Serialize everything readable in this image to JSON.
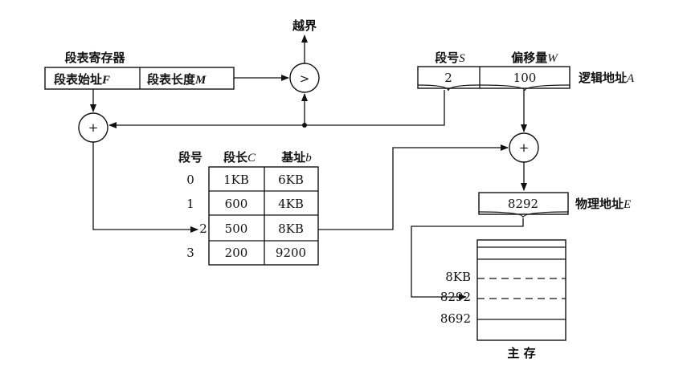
{
  "segment_register": {
    "title": "段表寄存器",
    "start_label": "段表始址",
    "start_var": "F",
    "length_label": "段表长度",
    "length_var": "M"
  },
  "comparator": {
    "symbol": ">",
    "overflow_label": "越界"
  },
  "adders": {
    "symbol": "+"
  },
  "logical_address": {
    "seg_header": "段号",
    "seg_var": "S",
    "offset_header": "偏移量",
    "offset_var": "W",
    "seg_value": "2",
    "offset_value": "100",
    "label": "逻辑地址",
    "label_var": "A"
  },
  "segment_table": {
    "col_seg": "段号",
    "col_len": "段长",
    "col_len_var": "C",
    "col_base": "基址",
    "col_base_var": "b",
    "rows": [
      {
        "seg": "0",
        "len": "1KB",
        "base": "6KB"
      },
      {
        "seg": "1",
        "len": "600",
        "base": "4KB"
      },
      {
        "seg": "2",
        "len": "500",
        "base": "8KB"
      },
      {
        "seg": "3",
        "len": "200",
        "base": "9200"
      }
    ]
  },
  "physical_address": {
    "value": "8292",
    "label": "物理地址",
    "label_var": "E"
  },
  "main_memory": {
    "marks": [
      "8KB",
      "8292",
      "8692"
    ],
    "label": "主 存"
  }
}
